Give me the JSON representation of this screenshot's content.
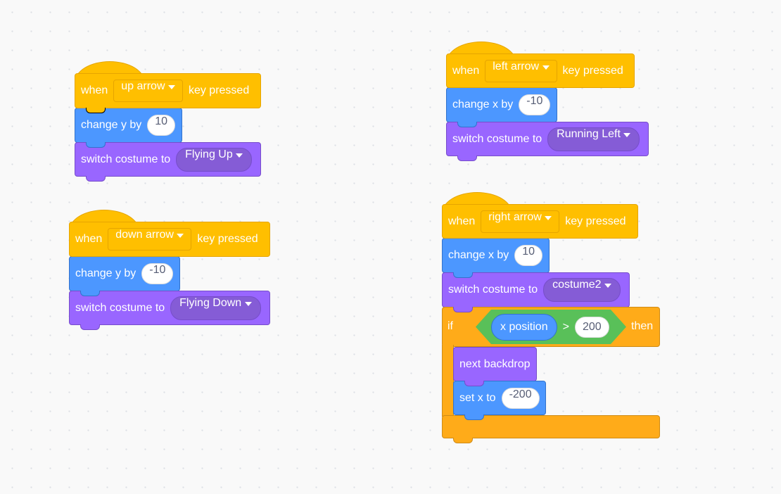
{
  "scripts": [
    {
      "id": "up",
      "hat": {
        "when": "when",
        "key": "up arrow",
        "suffix": "key pressed"
      },
      "motion": {
        "label": "change y by",
        "value": "10"
      },
      "looks": {
        "label": "switch costume to",
        "costume": "Flying Up"
      }
    },
    {
      "id": "down",
      "hat": {
        "when": "when",
        "key": "down arrow",
        "suffix": "key pressed"
      },
      "motion": {
        "label": "change y by",
        "value": "-10"
      },
      "looks": {
        "label": "switch costume to",
        "costume": "Flying Down"
      }
    },
    {
      "id": "left",
      "hat": {
        "when": "when",
        "key": "left arrow",
        "suffix": "key pressed"
      },
      "motion": {
        "label": "change x by",
        "value": "-10"
      },
      "looks": {
        "label": "switch costume to",
        "costume": "Running Left"
      }
    },
    {
      "id": "right",
      "hat": {
        "when": "when",
        "key": "right arrow",
        "suffix": "key pressed"
      },
      "motion": {
        "label": "change x by",
        "value": "10"
      },
      "looks": {
        "label": "switch costume to",
        "costume": "costume2"
      },
      "if_block": {
        "if_label": "if",
        "then_label": "then",
        "condition": {
          "reporter": "x position",
          "operator": ">",
          "value": "200"
        },
        "inner": [
          {
            "label": "next backdrop"
          },
          {
            "label": "set x to",
            "value": "-200"
          }
        ]
      }
    }
  ],
  "colors": {
    "events": "#ffbf00",
    "motion": "#4c97ff",
    "looks": "#9966ff",
    "control": "#ffab19",
    "operators": "#59c059",
    "background": "#f9f9f9"
  }
}
